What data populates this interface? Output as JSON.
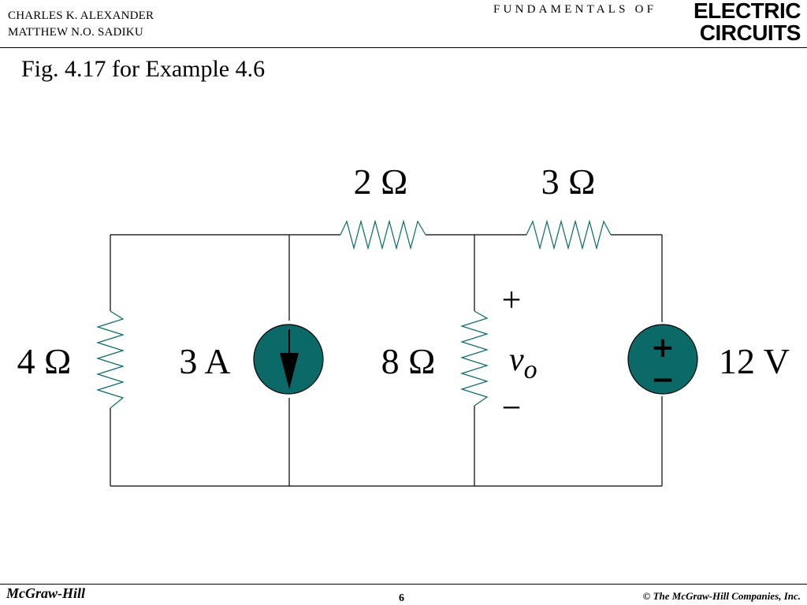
{
  "header": {
    "author_line_1": "CHARLES K. ALEXANDER",
    "author_line_2": "MATTHEW N.O. SADIKU",
    "series": "FUNDAMENTALS OF",
    "brand_line_1": "ELECTRIC",
    "brand_line_2": "CIRCUITS"
  },
  "title": "Fig. 4.17  for Example 4.6",
  "circuit": {
    "resistor_top_left": "2 Ω",
    "resistor_top_right": "3 Ω",
    "resistor_left": "4 Ω",
    "current_source": "3 A",
    "resistor_middle": "8 Ω",
    "vo_plus": "+",
    "vo_symbol": "v",
    "vo_subscript": "o",
    "vo_minus": "−",
    "voltage_source": "12 V",
    "source_plus": "+",
    "source_minus": "−",
    "source_fill_color": "#0b6a68"
  },
  "footer": {
    "publisher": "McGraw-Hill",
    "page_number": "6",
    "copyright": "© The McGraw-Hill Companies, Inc."
  }
}
